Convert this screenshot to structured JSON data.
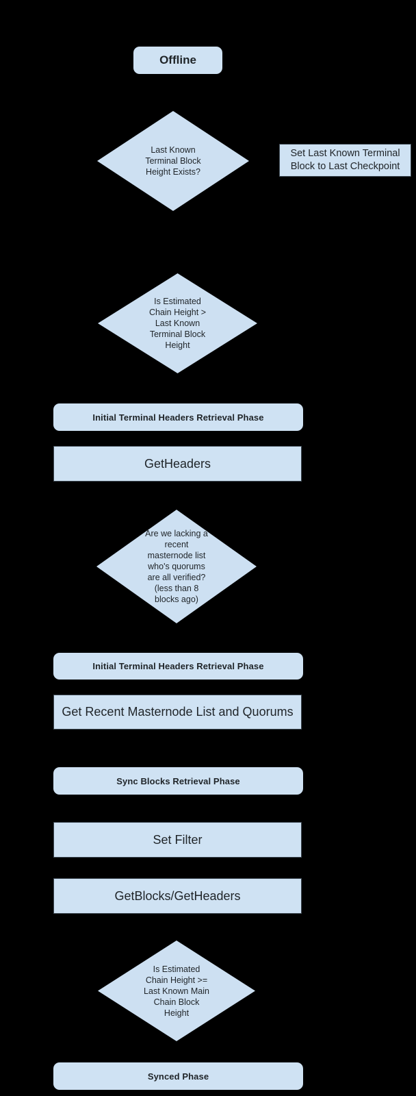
{
  "diagram": {
    "title": "Blockchain sync flowchart",
    "colors": {
      "background": "#000000",
      "node_fill": "#cfe2f3",
      "node_border": "#3e4953",
      "text": "#1f2428"
    },
    "nodes": {
      "offline": {
        "label": "Offline"
      },
      "decision_terminal_height_exists": {
        "text": "Last Known\nTerminal Block\nHeight Exists?"
      },
      "set_last_checkpoint": {
        "text": "Set Last Known Terminal\nBlock to Last Checkpoint"
      },
      "decision_estimated_gt_terminal": {
        "text": "Is Estimated\nChain Height >\nLast Known\nTerminal Block\nHeight"
      },
      "phase_initial_terminal_headers_1": {
        "label": "Initial Terminal Headers Retrieval Phase"
      },
      "getheaders": {
        "label": "GetHeaders"
      },
      "decision_lacking_masternode_list": {
        "text": "Are we lacking a\nrecent\nmasternode list\nwho's quorums\nare all verified?\n(less than 8\nblocks ago)"
      },
      "phase_initial_terminal_headers_2": {
        "label": "Initial Terminal Headers Retrieval Phase"
      },
      "get_recent_masternode": {
        "label": "Get Recent Masternode List and Quorums"
      },
      "phase_sync_blocks": {
        "label": "Sync Blocks Retrieval Phase"
      },
      "set_filter": {
        "label": "Set Filter"
      },
      "getblocks_getheaders": {
        "label": "GetBlocks/GetHeaders"
      },
      "decision_estimated_gte_main": {
        "text": "Is Estimated\nChain Height >=\nLast Known Main\nChain Block\nHeight"
      },
      "phase_synced": {
        "label": "Synced Phase"
      }
    }
  }
}
